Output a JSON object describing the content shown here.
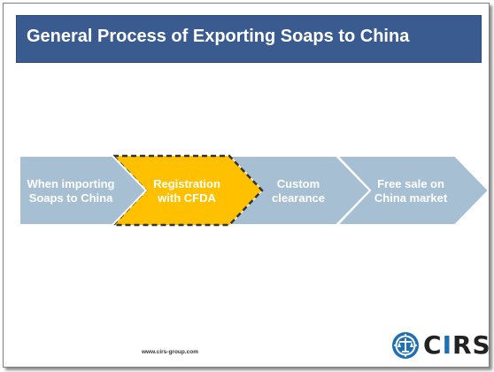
{
  "slide": {
    "title": "General Process of Exporting Soaps to China"
  },
  "process": {
    "steps": [
      {
        "line1": "When importing",
        "line2": "Soaps to China",
        "highlighted": false
      },
      {
        "line1": "Registration",
        "line2": "with CFDA",
        "highlighted": true
      },
      {
        "line1": "Custom",
        "line2": "clearance",
        "highlighted": false
      },
      {
        "line1": "Free sale on",
        "line2": "China market",
        "highlighted": false
      }
    ]
  },
  "footer": {
    "url": "www.cirs-group.com"
  },
  "logo": {
    "text_prefix": "C",
    "text_accent": "I",
    "text_suffix": "RS",
    "emblem_icon": "cirs-emblem-icon"
  },
  "colors": {
    "title_bar": "#3a5b8f",
    "step_default": "#a7bfd3",
    "step_highlight": "#ffc000",
    "highlight_border": "#333333",
    "logo_blue": "#1f6fb4"
  }
}
